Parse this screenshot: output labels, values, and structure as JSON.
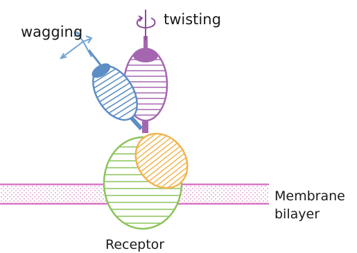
{
  "labels": {
    "wagging": "wagging",
    "twisting": "twisting",
    "membrane_line1": "Membrane",
    "membrane_line2": "bilayer",
    "receptor": "Receptor"
  },
  "colors": {
    "membrane": "#d977c4",
    "membrane_dots": "#e7a9d8",
    "receptor": "#8cc35a",
    "domain_blue": "#5b8ec4",
    "domain_purple": "#a566b0",
    "domain_orange": "#f2b44e",
    "arrow_blue": "#6fa0cf",
    "arrow_purple": "#8e4a9a"
  }
}
